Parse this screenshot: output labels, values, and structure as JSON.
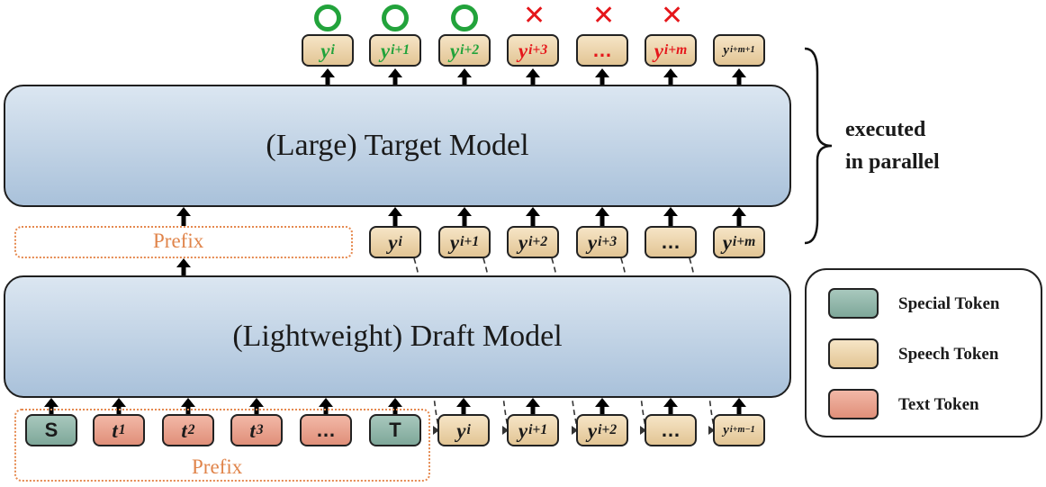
{
  "models": {
    "target": "(Large) Target Model",
    "draft": "(Lightweight) Draft Model"
  },
  "prefix_label": "Prefix",
  "annotation": {
    "line1": "executed",
    "line2": "in parallel"
  },
  "legend": [
    {
      "label": "Special Token",
      "kind": "special"
    },
    {
      "label": "Speech Token",
      "kind": "speech"
    },
    {
      "label": "Text Token",
      "kind": "text"
    }
  ],
  "verification_marks": [
    "accept",
    "accept",
    "accept",
    "reject",
    "reject",
    "reject"
  ],
  "colors": {
    "accepted": "#22a33b",
    "rejected": "#e5171b",
    "prefix": "#e0844a"
  },
  "tokens": {
    "output": [
      {
        "base": "y",
        "sub": "i",
        "state": "accepted"
      },
      {
        "base": "y",
        "sub": "i+1",
        "state": "accepted"
      },
      {
        "base": "y",
        "sub": "i+2",
        "state": "accepted"
      },
      {
        "base": "y",
        "sub": "i+3",
        "state": "rejected"
      },
      {
        "base": "…",
        "sub": "",
        "state": "rejected"
      },
      {
        "base": "y",
        "sub": "i+m",
        "state": "rejected"
      },
      {
        "base": "y",
        "sub": "i+m+1",
        "state": "none"
      }
    ],
    "draft_output": [
      {
        "base": "y",
        "sub": "i"
      },
      {
        "base": "y",
        "sub": "i+1"
      },
      {
        "base": "y",
        "sub": "i+2"
      },
      {
        "base": "y",
        "sub": "i+3"
      },
      {
        "base": "…",
        "sub": ""
      },
      {
        "base": "y",
        "sub": "i+m"
      }
    ],
    "input_prefix": [
      {
        "base": "S",
        "sub": "",
        "kind": "special"
      },
      {
        "base": "t",
        "sub": "1",
        "kind": "text"
      },
      {
        "base": "t",
        "sub": "2",
        "kind": "text"
      },
      {
        "base": "t",
        "sub": "3",
        "kind": "text"
      },
      {
        "base": "…",
        "sub": "",
        "kind": "text"
      },
      {
        "base": "T",
        "sub": "",
        "kind": "special"
      }
    ],
    "input_speech": [
      {
        "base": "y",
        "sub": "i"
      },
      {
        "base": "y",
        "sub": "i+1"
      },
      {
        "base": "y",
        "sub": "i+2"
      },
      {
        "base": "…",
        "sub": ""
      },
      {
        "base": "y",
        "sub": "i+m−1"
      }
    ]
  }
}
